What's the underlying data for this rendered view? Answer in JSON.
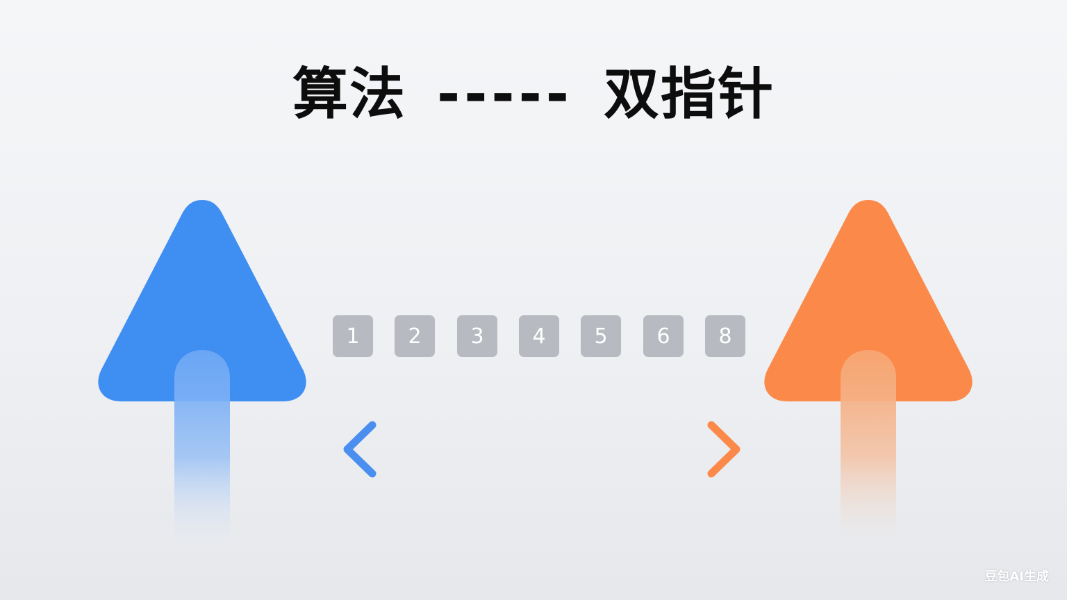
{
  "title": {
    "left": "算法",
    "separator": "-----",
    "right": "双指针"
  },
  "pointers": {
    "left": {
      "color": "#3f8ef2",
      "icon": "up-arrow-icon"
    },
    "right": {
      "color": "#fb8a4a",
      "icon": "up-arrow-icon"
    }
  },
  "array": {
    "values": [
      "1",
      "2",
      "3",
      "4",
      "5",
      "6",
      "8"
    ],
    "cell_color": "#b7bac0"
  },
  "range_arrow": {
    "icon": "double-headed-arrow-icon",
    "left_color": "#4a8ff0",
    "right_color": "#fb8a4a"
  },
  "watermark": "豆包AI生成"
}
